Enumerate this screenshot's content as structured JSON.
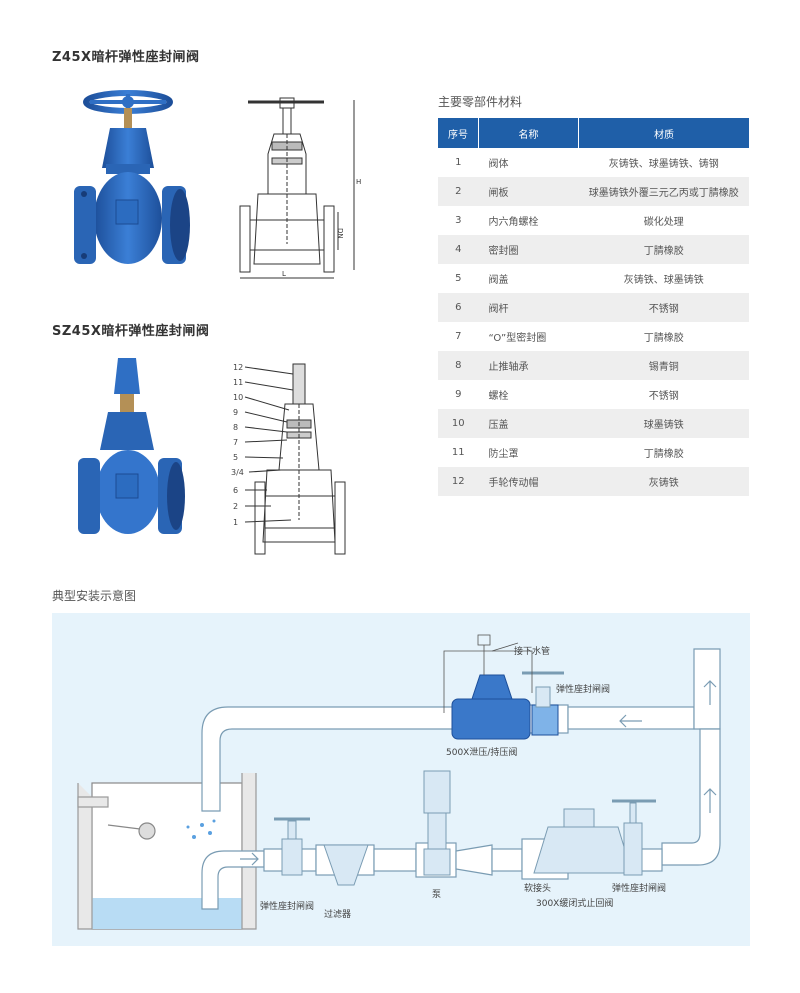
{
  "products": {
    "z45x": {
      "title": "Z45X暗杆弹性座封闸阀"
    },
    "sz45x": {
      "title": "SZ45X暗杆弹性座封闸阀"
    }
  },
  "drawing_labels": {
    "h": "H",
    "dn": "DN",
    "l": "L",
    "parts": [
      "12",
      "11",
      "10",
      "9",
      "8",
      "7",
      "5",
      "3/4",
      "6",
      "2",
      "1"
    ]
  },
  "materials": {
    "title": "主要零部件材料",
    "headers": [
      "序号",
      "名称",
      "材质"
    ],
    "rows": [
      {
        "no": "1",
        "name": "阀体",
        "material": "灰铸铁、球墨铸铁、铸钢"
      },
      {
        "no": "2",
        "name": "闸板",
        "material": "球墨铸铁外覆三元乙丙或丁腈橡胶"
      },
      {
        "no": "3",
        "name": "内六角螺栓",
        "material": "碳化处理"
      },
      {
        "no": "4",
        "name": "密封圈",
        "material": "丁腈橡胶"
      },
      {
        "no": "5",
        "name": "阀盖",
        "material": "灰铸铁、球墨铸铁"
      },
      {
        "no": "6",
        "name": "阀杆",
        "material": "不锈钢"
      },
      {
        "no": "7",
        "name": "“O”型密封圈",
        "material": "丁腈橡胶"
      },
      {
        "no": "8",
        "name": "止推轴承",
        "material": "锡青铜"
      },
      {
        "no": "9",
        "name": "螺栓",
        "material": "不锈钢"
      },
      {
        "no": "10",
        "name": "压盖",
        "material": "球墨铸铁"
      },
      {
        "no": "11",
        "name": "防尘罩",
        "material": "丁腈橡胶"
      },
      {
        "no": "12",
        "name": "手轮传动帽",
        "material": "灰铸铁"
      }
    ]
  },
  "install": {
    "title": "典型安装示意图",
    "labels": {
      "drain": "接下水管",
      "gate_valve_top": "弹性座封闸阀",
      "relief_valve": "500X泄压/持压阀",
      "gate_valve_left": "弹性座封闸阀",
      "filter": "过滤器",
      "pump": "泵",
      "soft_joint": "软接头",
      "gate_valve_right": "弹性座封闸阀",
      "check_valve": "300X缓闭式止回阀"
    }
  },
  "colors": {
    "valve_blue": "#2f6fc4",
    "header_blue": "#1f5fa8",
    "diagram_bg": "#e6f3fb",
    "pipe_stroke": "#7a9cb3"
  }
}
